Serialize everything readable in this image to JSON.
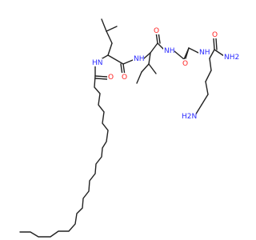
{
  "colors": {
    "bond": "#222222",
    "nitrogen": "#2a2aff",
    "oxygen": "#ff2020"
  },
  "atoms": {
    "o_stearoyl": "O",
    "hn_leu": "HN",
    "o_leu": "O",
    "nh_ile": "NH",
    "o_ile": "O",
    "nh_gly": "NH",
    "o_gly": "O",
    "nh_lys": "NH",
    "o_lys": "O",
    "nh2_amide": "NH2",
    "h2n_side": "H2N"
  }
}
